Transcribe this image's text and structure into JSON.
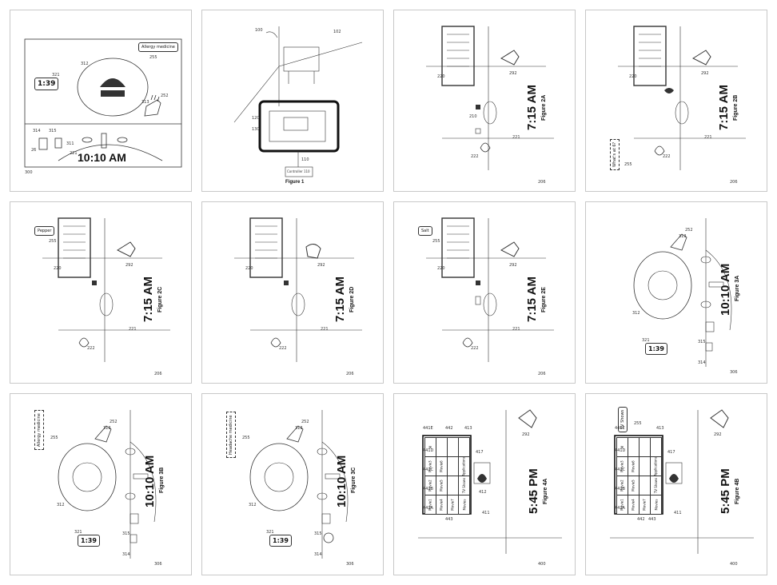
{
  "pages": [
    {
      "id": "p1",
      "big": "10:10 AM",
      "clock": "1:39",
      "note": "Allergy medicine",
      "nums": {
        "n321": "321",
        "n312": "312",
        "n255": "255",
        "n313": "313",
        "n252": "252",
        "n314": "314",
        "n315": "315",
        "n311": "311",
        "n221": "221",
        "n26": "26",
        "n300": "300"
      }
    },
    {
      "id": "p2",
      "fig": "Figure 1",
      "controller": "Controller 110",
      "nums": {
        "n100": "100",
        "n102": "102",
        "n120": "120",
        "n130": "130",
        "n110": "110"
      }
    },
    {
      "id": "p3",
      "big": "7:15 AM",
      "fig": "Figure 2A",
      "nums": {
        "n220": "220",
        "n292": "292",
        "n221": "221",
        "n222": "222",
        "n206": "206",
        "n210": "210"
      }
    },
    {
      "id": "p4",
      "big": "7:15 AM",
      "fig": "Figure 2B",
      "note": "What's at 6?",
      "nums": {
        "n220": "220",
        "n292": "292",
        "n221": "221",
        "n222": "222",
        "n206": "206",
        "n255": "255"
      }
    },
    {
      "id": "p5",
      "big": "7:15 AM",
      "fig": "Figure 2C",
      "note": "Pepper",
      "nums": {
        "n220": "220",
        "n292": "292",
        "n221": "221",
        "n222": "222",
        "n206": "206",
        "n255": "255"
      }
    },
    {
      "id": "p6",
      "big": "7:15 AM",
      "fig": "Figure 2D",
      "nums": {
        "n220": "220",
        "n292": "292",
        "n221": "221",
        "n222": "222",
        "n206": "206"
      }
    },
    {
      "id": "p7",
      "big": "7:15 AM",
      "fig": "Figure 2E",
      "note": "Salt",
      "nums": {
        "n220": "220",
        "n292": "292",
        "n221": "221",
        "n222": "222",
        "n206": "206",
        "n255": "255"
      }
    },
    {
      "id": "p8",
      "big": "10:10 AM",
      "fig": "Figure 3A",
      "clock": "1:39",
      "nums": {
        "n312": "312",
        "n313": "313",
        "n252": "252",
        "n314": "314",
        "n315": "315",
        "n321": "321",
        "n306": "306"
      }
    },
    {
      "id": "p9",
      "big": "10:10 AM",
      "fig": "Figure 3B",
      "clock": "1:39",
      "note": "Allergy medicine",
      "nums": {
        "n312": "312",
        "n313": "313",
        "n252": "252",
        "n314": "314",
        "n315": "315",
        "n321": "321",
        "n306": "306",
        "n255": "255"
      }
    },
    {
      "id": "p10",
      "big": "10:10 AM",
      "fig": "Figure 3C",
      "clock": "1:39",
      "note": "Headache medicine",
      "nums": {
        "n312": "312",
        "n313": "313",
        "n252": "252",
        "n314": "314",
        "n315": "315",
        "n321": "321",
        "n306": "306",
        "n255": "255"
      }
    },
    {
      "id": "p11",
      "big": "5:45 PM",
      "fig": "Figure 4A",
      "grid": [
        "Movie1",
        "Movie2",
        "Movie3",
        "M",
        "Movie4",
        "Movie5",
        "Movie6",
        "",
        "Movie7",
        "",
        "",
        "",
        "Movies",
        "TV Shows",
        "Applications",
        ""
      ],
      "nums": {
        "n441E": "441E",
        "n441D": "441D",
        "n441C": "441C",
        "n441B": "441B",
        "n441A": "441A",
        "n442": "442",
        "n443": "443",
        "n413": "413",
        "n417": "417",
        "n411": "411",
        "n292": "292",
        "n400": "400",
        "n412": "412"
      }
    },
    {
      "id": "p12",
      "big": "5:45 PM",
      "fig": "Figure 4B",
      "note": "TV Shows",
      "grid": [
        "Movie1",
        "Movie2",
        "Movie3",
        "M",
        "Movie4",
        "Movie5",
        "Movie6",
        "",
        "Movie7",
        "",
        "",
        "",
        "Movies",
        "TV Shows",
        "Applications",
        ""
      ],
      "nums": {
        "n441E": "441E",
        "n441D": "441D",
        "n441C": "441C",
        "n441B": "441B",
        "n441A": "441A",
        "n442": "442",
        "n443": "443",
        "n413": "413",
        "n417": "417",
        "n411": "411",
        "n292": "292",
        "n400": "400",
        "n255": "255"
      }
    }
  ]
}
